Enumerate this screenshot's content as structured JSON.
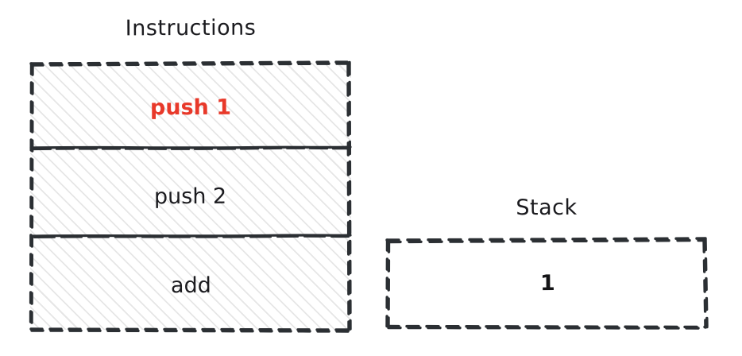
{
  "background_color": "#ffffff",
  "stroke_color": "#2b2f33",
  "text_color": "#1b1b1f",
  "highlight_color": "#e8392a",
  "hatch_color": "#e6e6e6",
  "instructions": {
    "title": "Instructions",
    "rows": [
      {
        "label": "push 1",
        "state": "current"
      },
      {
        "label": "push 2",
        "state": "pending"
      },
      {
        "label": "add",
        "state": "pending"
      }
    ]
  },
  "stack": {
    "title": "Stack",
    "cells": [
      {
        "value": "1"
      }
    ]
  }
}
